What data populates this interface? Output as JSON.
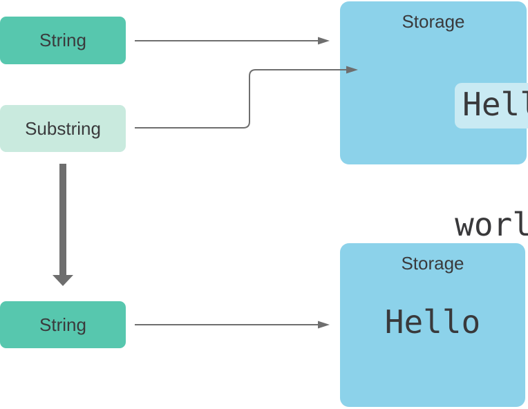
{
  "colors": {
    "background": "#ffffff",
    "string_box": "#57c7ae",
    "substring_box": "#c9eade",
    "storage_box": "#8cd2ea",
    "highlight": "#c9eaf3",
    "arrow": "#6e6e6e",
    "label_text": "#3a3a3c",
    "mono_text": "#39393b"
  },
  "nodes": {
    "string_top": {
      "label": "String"
    },
    "substring": {
      "label": "Substring"
    },
    "string_bottom": {
      "label": "String"
    },
    "storage_top": {
      "title": "Storage",
      "highlighted_text": "Hello",
      "after_highlight": ",",
      "line2": "world!"
    },
    "storage_bottom": {
      "title": "Storage",
      "content": "Hello"
    }
  },
  "arrows": [
    {
      "from": "string-top",
      "to": "storage-top",
      "style": "thin"
    },
    {
      "from": "substring",
      "to": "storage-top-highlight",
      "style": "thin-bent"
    },
    {
      "from": "substring",
      "to": "string-bottom",
      "style": "thick"
    },
    {
      "from": "string-bottom",
      "to": "storage-bottom",
      "style": "thin"
    }
  ]
}
